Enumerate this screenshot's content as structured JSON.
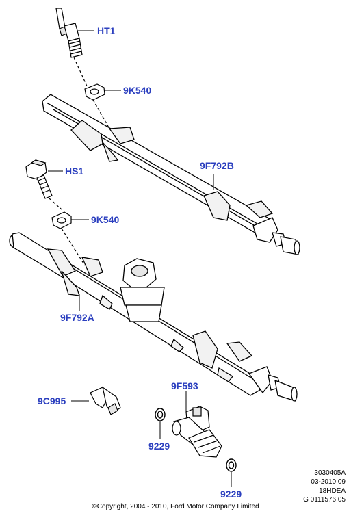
{
  "callouts": {
    "ht1": "HT1",
    "k540_top": "9K540",
    "f792b": "9F792B",
    "hs1": "HS1",
    "k540_mid": "9K540",
    "f792a": "9F792A",
    "c995": "9C995",
    "f593": "9F593",
    "n9229_left": "9229",
    "n9229_bottom": "9229"
  },
  "reference": {
    "line1": "3030405A",
    "line2": "03-2010 09",
    "line3": "18HDEA",
    "line4": "G 0111576 05"
  },
  "copyright": "©Copyright, 2004 - 2010, Ford Motor Company Limited",
  "colors": {
    "callout": "#2b3fbf",
    "line": "#000000",
    "part_fill": "#ffffff",
    "shade": "#d8d8d8"
  }
}
